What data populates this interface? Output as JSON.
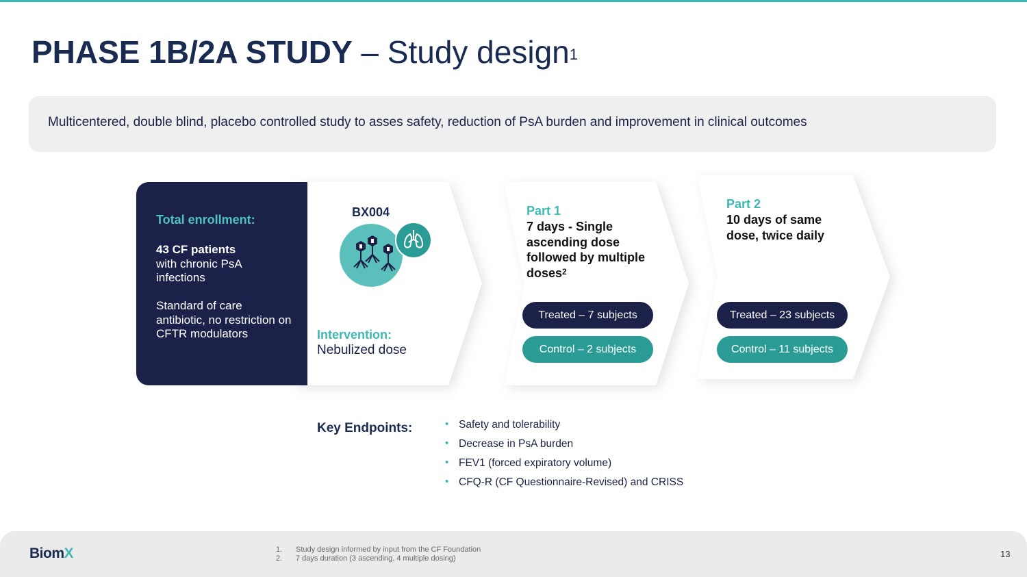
{
  "header": {
    "title_bold": "PHASE 1B/2A STUDY",
    "title_light": "– Study design",
    "title_sup": "1",
    "accent_color": "#3fb7b3"
  },
  "banner": {
    "text": "Multicentered, double blind, placebo controlled study to asses safety, reduction of PsA burden and improvement in clinical outcomes"
  },
  "enrollment": {
    "heading": "Total enrollment:",
    "patients_bold": "43 CF patients",
    "patients_rest": "with chronic PsA infections",
    "care": "Standard of care antibiotic, no restriction on CFTR modulators"
  },
  "intervention": {
    "product": "BX004",
    "heading": "Intervention:",
    "text": "Nebulized dose",
    "icons": [
      "phage-cluster-icon",
      "lungs-icon"
    ]
  },
  "part1": {
    "heading": "Part 1",
    "description": "7 days - Single ascending dose followed by multiple doses",
    "description_sup": "2",
    "treated": "Treated – 7 subjects",
    "control": "Control – 2 subjects"
  },
  "part2": {
    "heading": "Part 2",
    "description": "10 days of same dose, twice daily",
    "treated": "Treated – 23 subjects",
    "control": "Control – 11 subjects"
  },
  "endpoints": {
    "heading": "Key Endpoints:",
    "items": [
      "Safety and tolerability",
      "Decrease in PsA burden",
      "FEV1 (forced expiratory volume)",
      "CFQ-R (CF Questionnaire-Revised) and CRISS"
    ]
  },
  "footer": {
    "logo_main": "Biom",
    "logo_x": "X",
    "notes": [
      {
        "num": "1.",
        "text": "Study design informed by input from the CF Foundation"
      },
      {
        "num": "2.",
        "text": "7 days duration (3 ascending, 4 multiple dosing)"
      }
    ],
    "page_number": "13"
  },
  "colors": {
    "navy": "#1b2149",
    "teal": "#3fb7b3",
    "teal_dark": "#2b9b96",
    "banner_bg": "#efefef"
  }
}
